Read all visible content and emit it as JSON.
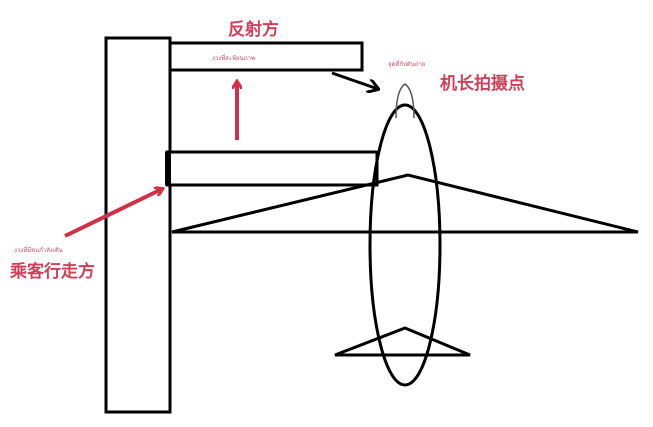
{
  "labels": {
    "reflection_side": "反射方",
    "reflection_side_thai": "งวงที่สะท้อนภาพ",
    "captain_point": "机长拍摄点",
    "captain_point_thai": "จุดที่กัปตันถ่าย",
    "passenger_side": "乘客行走方",
    "passenger_side_thai": "งวงที่มีคนกำลังเดิน"
  },
  "colors": {
    "annotation": "#d0405a",
    "arrow_red": "#d03048",
    "line": "#000000"
  }
}
